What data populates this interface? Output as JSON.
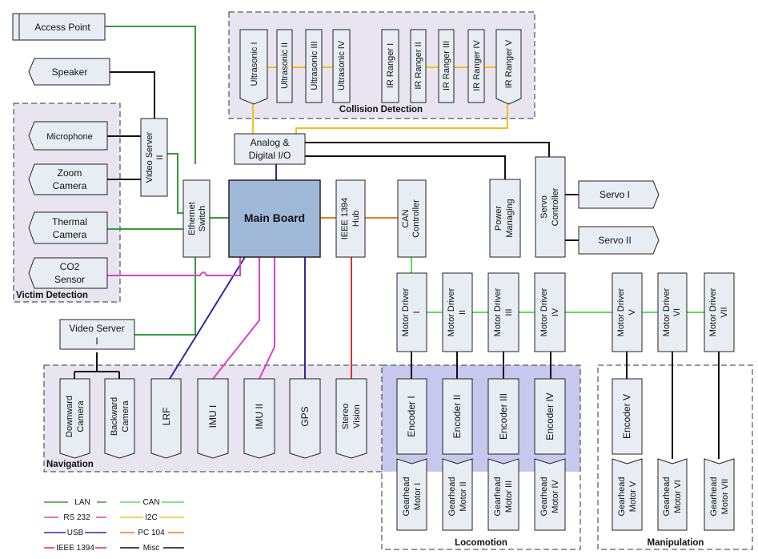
{
  "groups": {
    "collision_detection": "Collision Detection",
    "victim_detection": "Victim Detection",
    "navigation": "Navigation",
    "locomotion": "Locomotion",
    "manipulation": "Manipulation"
  },
  "nodes": {
    "access_point": "Access Point",
    "speaker": "Speaker",
    "microphone": "Microphone",
    "zoom_camera": [
      "Zoom",
      "Camera"
    ],
    "thermal_camera": [
      "Thermal",
      "Camera"
    ],
    "co2_sensor": [
      "CO2",
      "Sensor"
    ],
    "video_server_2": [
      "Video Server",
      "II"
    ],
    "ethernet_switch": [
      "Ethernet",
      "Switch"
    ],
    "video_server_1": [
      "Video Server",
      "I"
    ],
    "analog_io": [
      "Analog &",
      "Digital I/O"
    ],
    "main_board": "Main Board",
    "ieee_hub": [
      "IEEE 1394",
      "Hub"
    ],
    "can_controller": [
      "CAN",
      "Controller"
    ],
    "power_managing": [
      "Power",
      "Managing"
    ],
    "servo_controller": [
      "Servo",
      "Controller"
    ],
    "servo_1": "Servo I",
    "servo_2": "Servo II",
    "ultrasonic": [
      "Ultrasonic I",
      "Ultrasonic II",
      "Ultrasonic III",
      "Ultrasonic IV"
    ],
    "ir_rangers": [
      "IR Ranger I",
      "IR Ranger II",
      "IR Ranger III",
      "IR Ranger IV",
      "IR Ranger V"
    ],
    "motor_drivers": [
      [
        "Motor Driver",
        "I"
      ],
      [
        "Motor Driver",
        "II"
      ],
      [
        "Motor Driver",
        "III"
      ],
      [
        "Motor Driver",
        "IV"
      ],
      [
        "Motor Driver",
        "V"
      ],
      [
        "Motor Driver",
        "VI"
      ],
      [
        "Motor Driver",
        "VII"
      ]
    ],
    "encoders": [
      "Encoder I",
      "Encoder II",
      "Encoder III",
      "Encoder IV",
      "Encoder V"
    ],
    "gearhead_motors": [
      [
        "Gearhead",
        "Motor I"
      ],
      [
        "Gearhead",
        "Motor II"
      ],
      [
        "Gearhead",
        "Motor III"
      ],
      [
        "Gearhead",
        "Motor IV"
      ],
      [
        "Gearhead",
        "Motor V"
      ],
      [
        "Gearhead",
        "Motor VI"
      ],
      [
        "Gearhead",
        "Motor VII"
      ]
    ],
    "downward_camera": [
      "Downward",
      "Camera"
    ],
    "backward_camera": [
      "Backward",
      "Camera"
    ],
    "lrf": "LRF",
    "imu_1": "IMU I",
    "imu_2": "IMU II",
    "gps": "GPS",
    "stereo_vision": [
      "Stereo",
      "Vision"
    ]
  },
  "legend": [
    {
      "label": "LAN",
      "color": "#3a9a3a"
    },
    {
      "label": "RS 232",
      "color": "#e040c8"
    },
    {
      "label": "USB",
      "color": "#2a2aa0"
    },
    {
      "label": "IEEE 1394",
      "color": "#e03030"
    },
    {
      "label": "CAN",
      "color": "#5ae05a"
    },
    {
      "label": "I2C",
      "color": "#f0c020"
    },
    {
      "label": "PC 104",
      "color": "#e08020"
    },
    {
      "label": "Misc",
      "color": "#111111"
    }
  ]
}
